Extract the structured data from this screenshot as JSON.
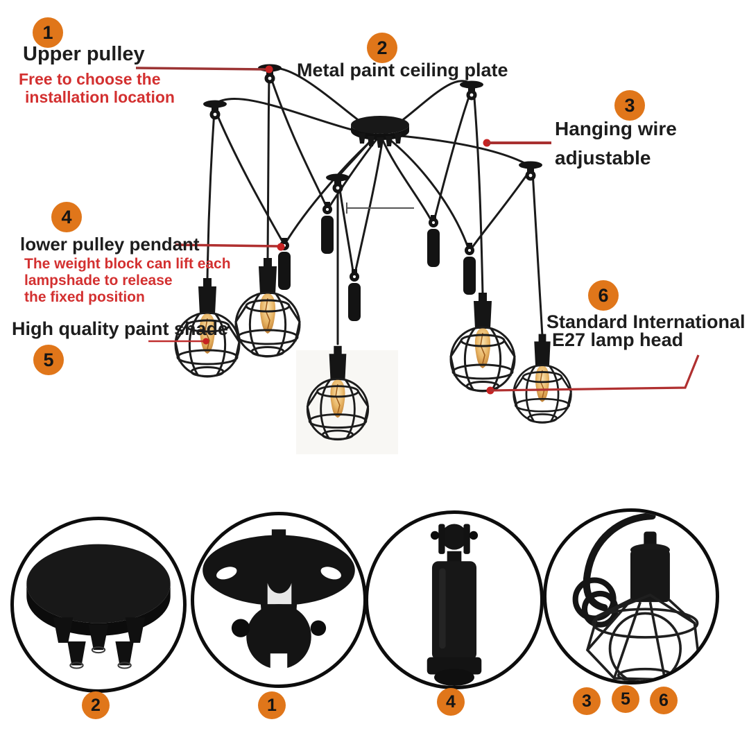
{
  "colors": {
    "badge_orange": "#e0761a",
    "label_black": "#1d1d1d",
    "note_red": "#d33030",
    "callout_line_red": "#a83434",
    "callout_dot_red": "#c62222",
    "product_black": "#141414"
  },
  "callouts": {
    "c1": {
      "num": "1",
      "title": "Upper pulley",
      "note_lines": [
        "Free to choose the",
        "installation location"
      ]
    },
    "c2": {
      "num": "2",
      "title": "Metal paint ceiling plate"
    },
    "c3": {
      "num": "3",
      "line1": "Hanging wire",
      "line2": "adjustable"
    },
    "c4": {
      "num": "4",
      "title": "lower pulley pendant",
      "note_lines": [
        "The weight block can lift each",
        "lampshade to release",
        "the fixed position"
      ]
    },
    "c5": {
      "num": "5",
      "title": "High quality paint shade"
    },
    "c6": {
      "num": "6",
      "line1": "Standard International",
      "line2": "E27 lamp head"
    }
  },
  "gallery": {
    "item1_badge": "2",
    "item2_badge": "1",
    "item3_badge": "4",
    "item4_badges": [
      "3",
      "5",
      "6"
    ]
  },
  "icons": {
    "ceiling_plate": "round black canopy with five cord grips",
    "upper_pulley": "ceiling mount pulley with oval screw holes",
    "weight_block": "cylindrical counterweight with mini pulley",
    "cage_shade": "wire cage lampshade with E27 holder and cord"
  }
}
